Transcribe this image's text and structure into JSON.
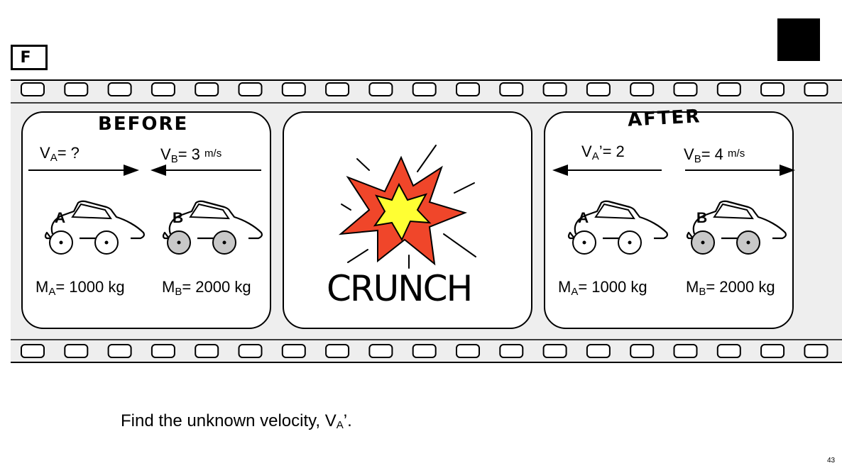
{
  "frame_label": "F",
  "before": {
    "title": "BEFORE",
    "va": {
      "symbol": "V",
      "sub": "A",
      "text": "= ?"
    },
    "vb": {
      "symbol": "V",
      "sub": "B",
      "text": "= 3",
      "unit": "m/s"
    },
    "car_a_label": "A",
    "car_b_label": "B",
    "ma": {
      "symbol": "M",
      "sub": "A",
      "text": "= 1000 kg"
    },
    "mb": {
      "symbol": "M",
      "sub": "B",
      "text": "= 2000 kg"
    }
  },
  "collision": {
    "label": "CRUNCH",
    "burst_outer": "#f0462a",
    "burst_inner": "#ffff33"
  },
  "after": {
    "title": "AFTER",
    "va": {
      "symbol": "V",
      "sub": "A",
      "text": "’= 2"
    },
    "vb": {
      "symbol": "V",
      "sub": "B",
      "text": "= 4",
      "unit": "m/s"
    },
    "car_a_label": "A",
    "car_b_label": "B",
    "ma": {
      "symbol": "M",
      "sub": "A",
      "text": "= 1000 kg"
    },
    "mb": {
      "symbol": "M",
      "sub": "B",
      "text": "= 2000 kg"
    }
  },
  "question": {
    "text": "Find the unknown velocity,  V",
    "sub": "A",
    "suffix": "’."
  },
  "page_number": "43",
  "colors": {
    "film_strip": "#eeeeee",
    "wheel_b": "#c8c8c8"
  }
}
